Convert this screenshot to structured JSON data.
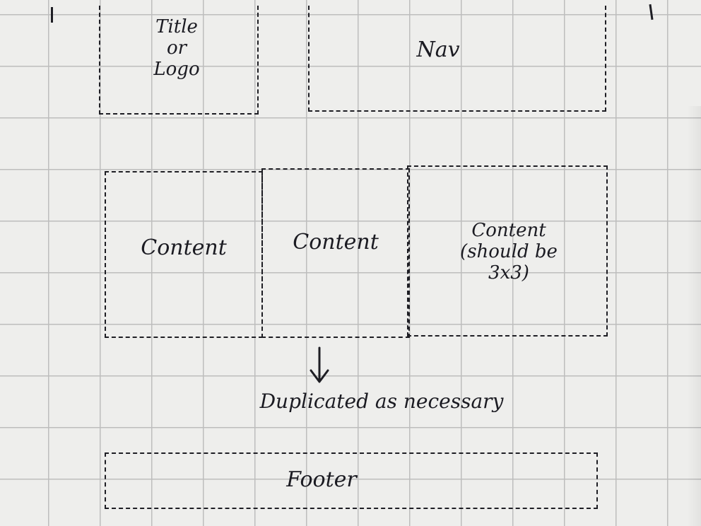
{
  "diagram": {
    "boxes": [
      {
        "id": "title",
        "label": "Title\nor\nLogo"
      },
      {
        "id": "nav",
        "label": "Nav"
      },
      {
        "id": "content1",
        "label": "Content"
      },
      {
        "id": "content2",
        "label": "Content"
      },
      {
        "id": "content3",
        "label": "Content\n(should be\n3x3)"
      },
      {
        "id": "footer",
        "label": "Footer"
      }
    ],
    "annotation": "Duplicated as necessary",
    "arrow_icon": "arrow-down-icon"
  }
}
